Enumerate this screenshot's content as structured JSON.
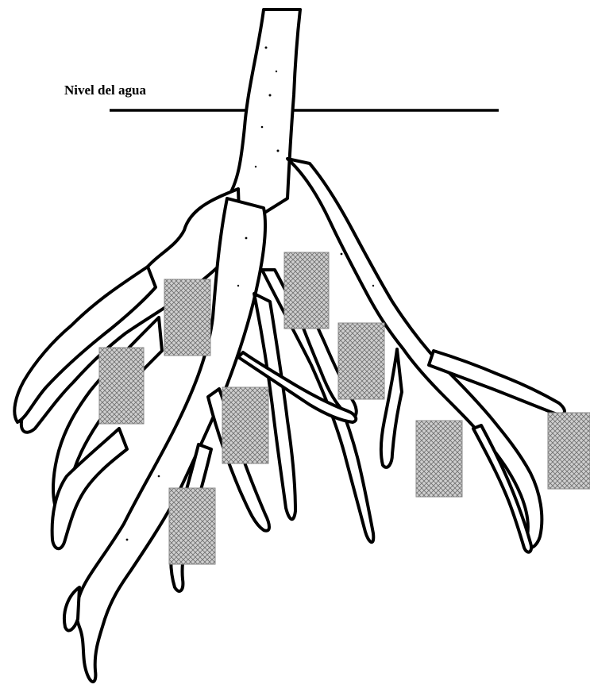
{
  "diagram": {
    "water_level_label": "Nivel del agua",
    "colors": {
      "ink": "#000000",
      "root_fill": "#ffffff",
      "sample_fill": "#c9c9c9",
      "sample_hatch": "#7d7d7d"
    },
    "icons": [
      "root-system-illustration",
      "sample-box-marker"
    ]
  }
}
